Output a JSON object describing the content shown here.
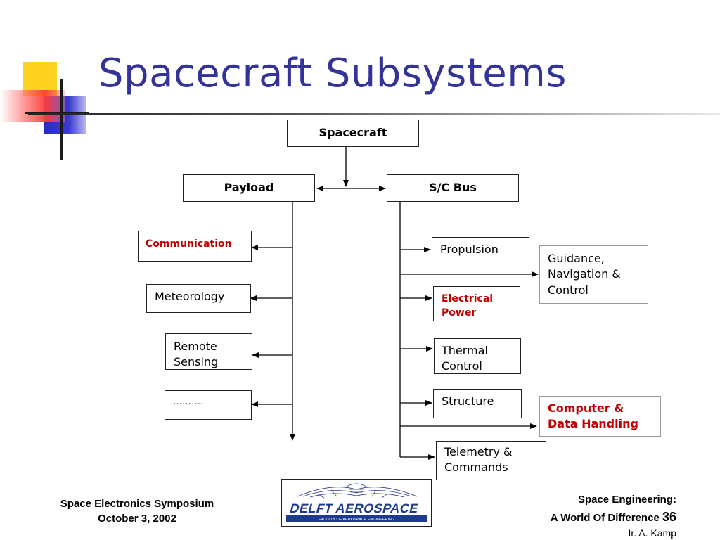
{
  "slide": {
    "title": "Spacecraft  Subsystems"
  },
  "diagram": {
    "root": "Spacecraft",
    "payload": "Payload",
    "bus": "S/C Bus",
    "payload_items": [
      "Communication",
      "Meteorology",
      "Remote Sensing",
      "………."
    ],
    "bus_items": {
      "propulsion": "Propulsion",
      "gnc": "Guidance, Navigation & Control",
      "power": "Electrical Power",
      "thermal": "Thermal Control",
      "structure": "Structure",
      "cdh": "Computer & Data Handling",
      "tmc": "Telemetry & Commands"
    }
  },
  "colors": {
    "title": "#33339a",
    "highlight": "#c00000"
  },
  "footer": {
    "event": "Space Electronics Symposium",
    "date": "October 3, 2002",
    "logo_text": "DELFT AEROSPACE",
    "logo_subtext": "FACULTY OF AEROSPACE ENGINEERING",
    "tagline1": "Space Engineering:",
    "tagline2": "A World Of Difference",
    "page_number": "36",
    "author": "Ir. A. Kamp"
  }
}
